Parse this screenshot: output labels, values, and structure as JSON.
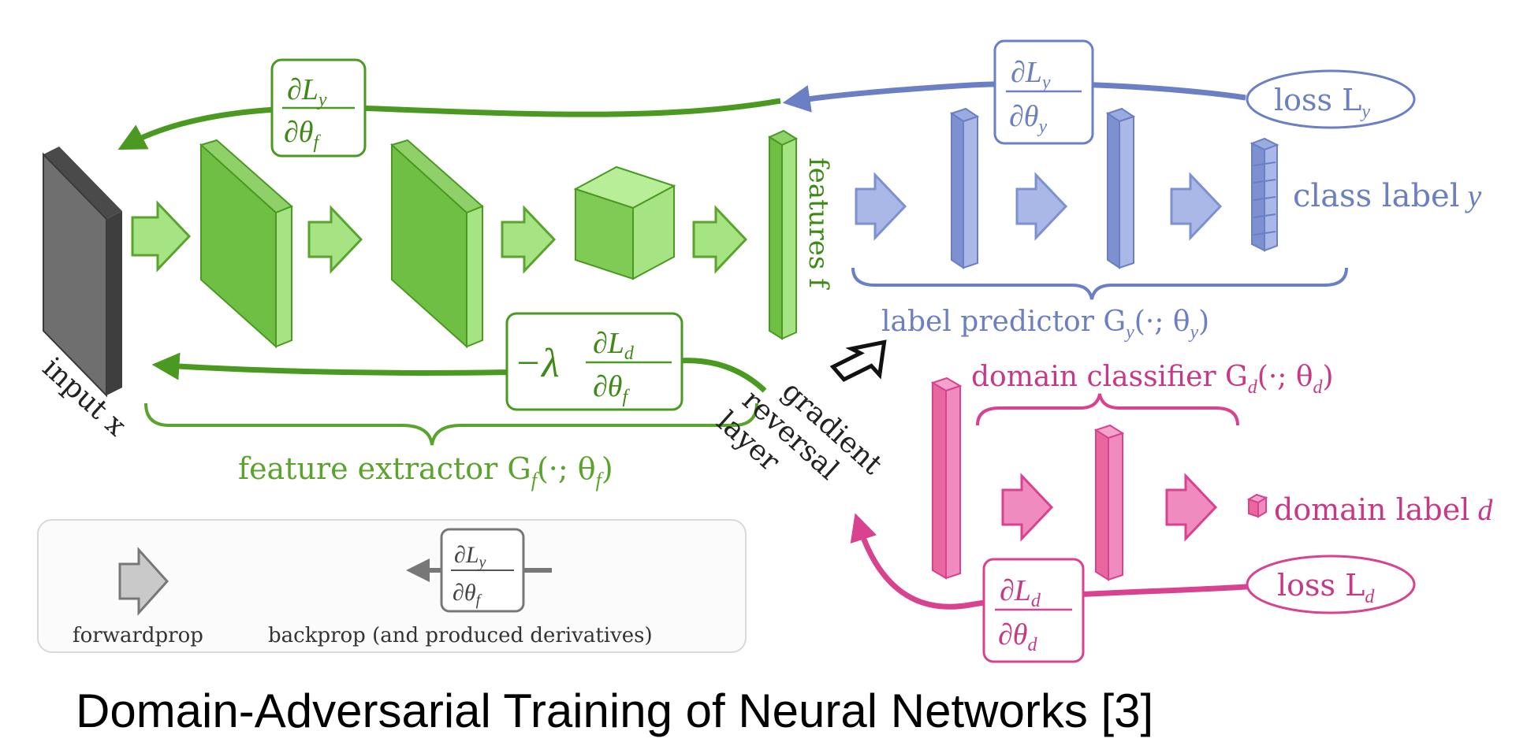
{
  "colors": {
    "green_fill": "#a6e383",
    "green_dark": "#5aa32c",
    "green_stroke": "#4a9a22",
    "blue_fill": "#a9b8e6",
    "blue_stroke": "#6a7fc4",
    "blue_text": "#6b7fc2",
    "pink_fill": "#f08bbf",
    "pink_stroke": "#d8428f",
    "pink_text": "#c83985",
    "gray_input": "#6f6f6f",
    "legend_border": "#d9d9d9"
  },
  "labels": {
    "input_x": "input x",
    "features_f": "features f",
    "feature_extractor": "feature extractor G",
    "feature_extractor_args": "(·; θ",
    "label_predictor": "label predictor G",
    "label_predictor_args": "(·; θ",
    "domain_classifier": "domain classifier G",
    "domain_classifier_args": "(·; θ",
    "class_label": "class label",
    "class_label_var": "y",
    "domain_label": "domain label",
    "domain_label_var": "d",
    "loss_y": "loss L",
    "loss_y_sub": "y",
    "loss_d": "loss L",
    "loss_d_sub": "d",
    "grl_line1": "gradient",
    "grl_line2": "reversal",
    "grl_line3": "layer"
  },
  "derivatives": {
    "top_num": "∂L",
    "top_num_sub": "y",
    "top_den": "∂θ",
    "top_den_sub": "f",
    "blue_num": "∂L",
    "blue_num_sub": "y",
    "blue_den": "∂θ",
    "blue_den_sub": "y",
    "lambda_prefix": "−λ",
    "lambda_num": "∂L",
    "lambda_num_sub": "d",
    "lambda_den": "∂θ",
    "lambda_den_sub": "f",
    "pink_num": "∂L",
    "pink_num_sub": "d",
    "pink_den": "∂θ",
    "pink_den_sub": "d"
  },
  "legend": {
    "forwardprop": "forwardprop",
    "backprop": "backprop (and produced derivatives)",
    "num": "∂L",
    "num_sub": "y",
    "den": "∂θ",
    "den_sub": "f"
  },
  "subscripts": {
    "f": "f",
    "y": "y",
    "d": "d",
    "close": ")"
  },
  "caption": "Domain-Adversarial Training of Neural Networks [3]"
}
